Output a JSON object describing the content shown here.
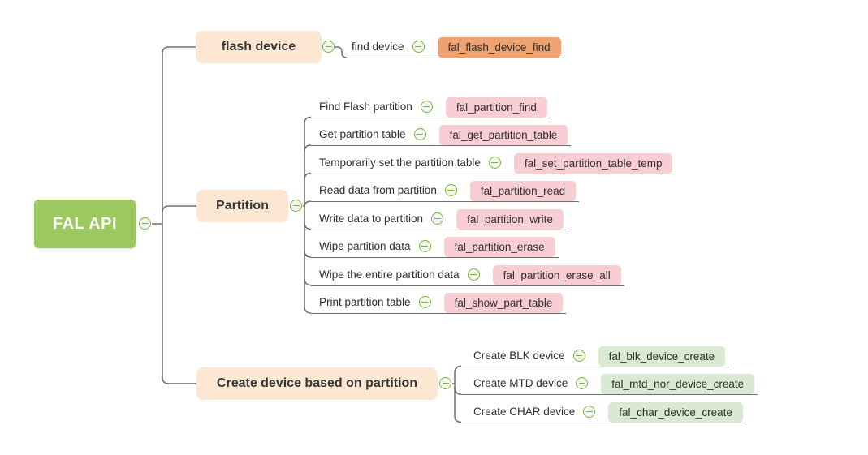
{
  "root": {
    "label": "FAL API"
  },
  "branches": [
    {
      "label": "flash device",
      "children": [
        {
          "label": "find device",
          "func": "fal_flash_device_find"
        }
      ]
    },
    {
      "label": "Partition",
      "children": [
        {
          "label": "Find Flash partition",
          "func": "fal_partition_find"
        },
        {
          "label": "Get partition table",
          "func": "fal_get_partition_table"
        },
        {
          "label": "Temporarily set the partition table",
          "func": "fal_set_partition_table_temp"
        },
        {
          "label": "Read data from partition",
          "func": "fal_partition_read"
        },
        {
          "label": "Write data to partition",
          "func": "fal_partition_write"
        },
        {
          "label": "Wipe partition data",
          "func": "fal_partition_erase"
        },
        {
          "label": "Wipe the entire partition data",
          "func": "fal_partition_erase_all"
        },
        {
          "label": "Print partition table",
          "func": "fal_show_part_table"
        }
      ]
    },
    {
      "label": "Create device based on partition",
      "children": [
        {
          "label": "Create BLK device",
          "func": "fal_blk_device_create"
        },
        {
          "label": "Create MTD device",
          "func": "fal_mtd_nor_device_create"
        },
        {
          "label": "Create CHAR device",
          "func": "fal_char_device_create"
        }
      ]
    }
  ],
  "colors": {
    "root_bg": "#9cc95f",
    "main_topic_bg": "#fce8d2",
    "func_orange": "#eea26f",
    "func_pink": "#f8ced4",
    "func_green": "#d9e9d3",
    "connector": "#6f6f6a",
    "collapse_icon_green": "#79b446"
  },
  "icons": {
    "collapse": "minus-circle"
  }
}
